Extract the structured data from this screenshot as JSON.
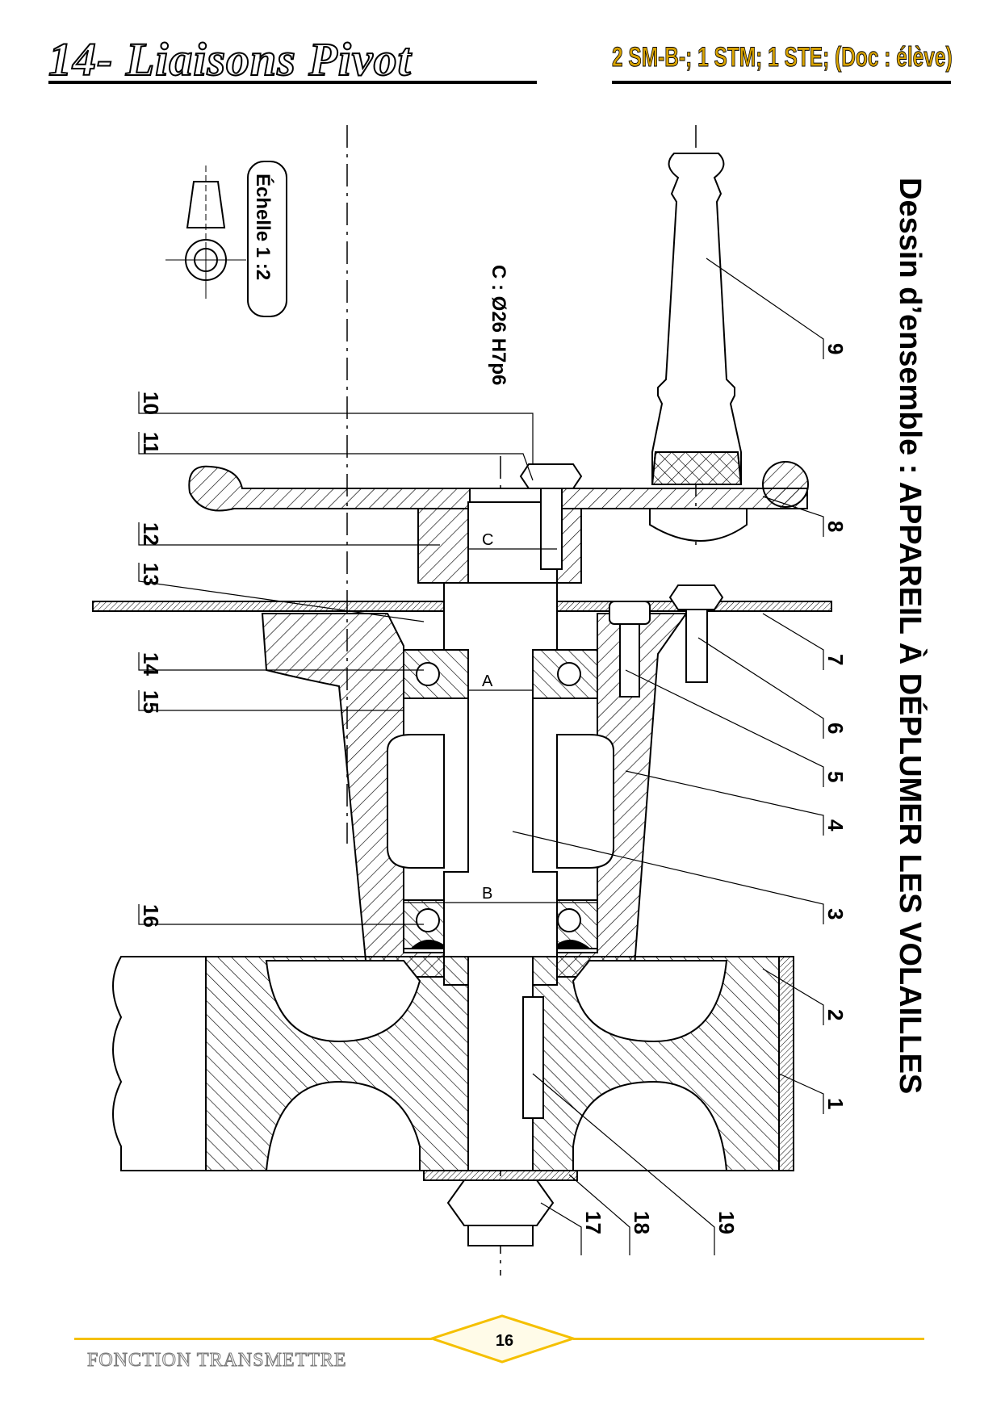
{
  "header": {
    "title": "14- Liaisons Pivot",
    "subtitle": "2 SM-B-; 1 STM; 1 STE; (Doc : élève)"
  },
  "drawing": {
    "main_title": "Dessin d’ensemble : APPAREIL À DÉPLUMER LES VOLAILLES",
    "scale": "Échelle 1 :2",
    "fit": "C : Ø26 H7p6",
    "dims": {
      "A": "A",
      "B": "B",
      "C": "C"
    },
    "labels_left": [
      "10",
      "11",
      "12",
      "13",
      "14",
      "15",
      "16"
    ],
    "labels_right": [
      "9",
      "8",
      "7",
      "6",
      "5",
      "4",
      "3",
      "2",
      "1"
    ],
    "labels_bottom": [
      "17",
      "18",
      "19"
    ]
  },
  "footer": {
    "section": "FONCTION TRANSMETTRE",
    "page": "16"
  },
  "colors": {
    "accent": "#f5c000",
    "title_gold": "#d9a300"
  }
}
